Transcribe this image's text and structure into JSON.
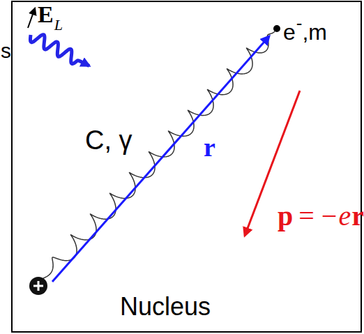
{
  "diagram": {
    "labels": [
      "E",
      "L",
      "s",
      "e",
      "-",
      ",m",
      "C, γ",
      "r",
      "p",
      "= −",
      "e",
      "r",
      "Nucleus"
    ]
  }
}
